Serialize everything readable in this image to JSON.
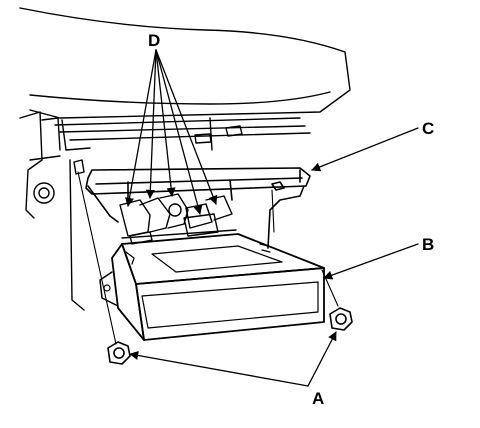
{
  "diagram": {
    "callouts": {
      "a": "A",
      "b": "B",
      "c": "C",
      "d": "D"
    },
    "colors": {
      "line": "#000000",
      "background": "#ffffff"
    }
  }
}
